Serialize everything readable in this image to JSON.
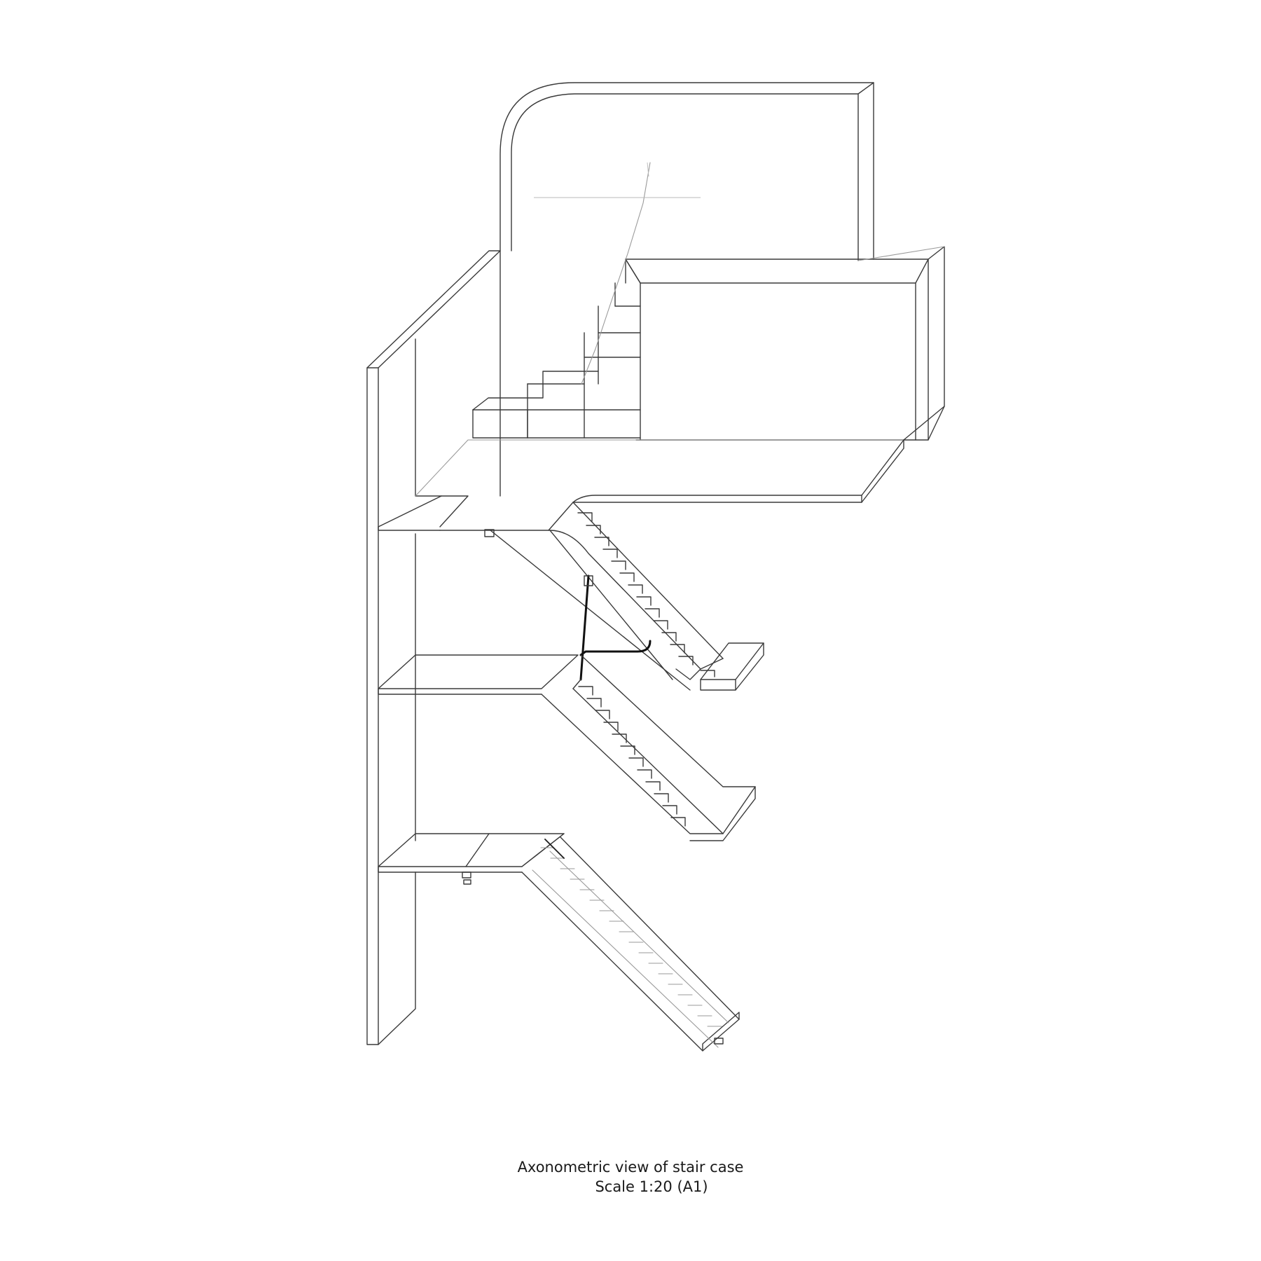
{
  "caption": {
    "title": "Axonometric view of stair case",
    "scale": "Scale 1:20 (A1)"
  },
  "drawing": {
    "style": "monochrome line drawing",
    "line_color": "#3a3a3a",
    "background": "#ffffff"
  }
}
